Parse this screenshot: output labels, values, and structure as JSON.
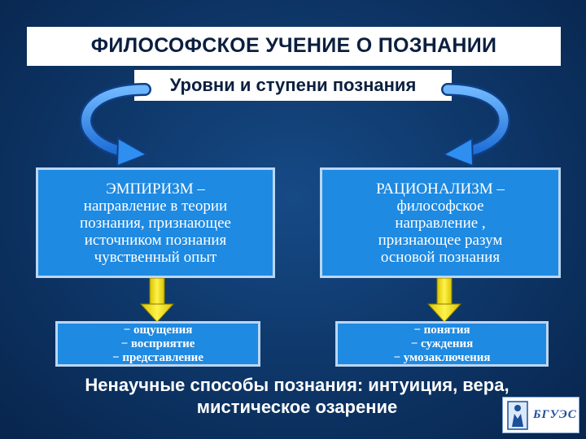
{
  "title": "ФИЛОСОФСКОЕ УЧЕНИЕ О ПОЗНАНИИ",
  "subtitle": "Уровни и ступени познания",
  "empiricism": {
    "lines": [
      "ЭМПИРИЗМ –",
      "направление в теории",
      "познания, признающее",
      "источником познания",
      "чувственный опыт"
    ],
    "stages": [
      "− ощущения",
      "− восприятие",
      "− представление"
    ]
  },
  "rationalism": {
    "lines": [
      "РАЦИОНАЛИЗМ –",
      "философское",
      "направление ,",
      "признающее разум",
      "основой познания"
    ],
    "stages": [
      "− понятия",
      "− суждения",
      "− умозаключения"
    ]
  },
  "footer": {
    "line1": "Ненаучные способы познания: интуиция, вера,",
    "line2": "мистическое озарение"
  },
  "logo": {
    "text": "БГУЭС"
  },
  "colors": {
    "background": "#0d3566",
    "box": "#1e8ae2",
    "arrow_down": "#f5e51a",
    "arc": "#2f8ff0"
  }
}
